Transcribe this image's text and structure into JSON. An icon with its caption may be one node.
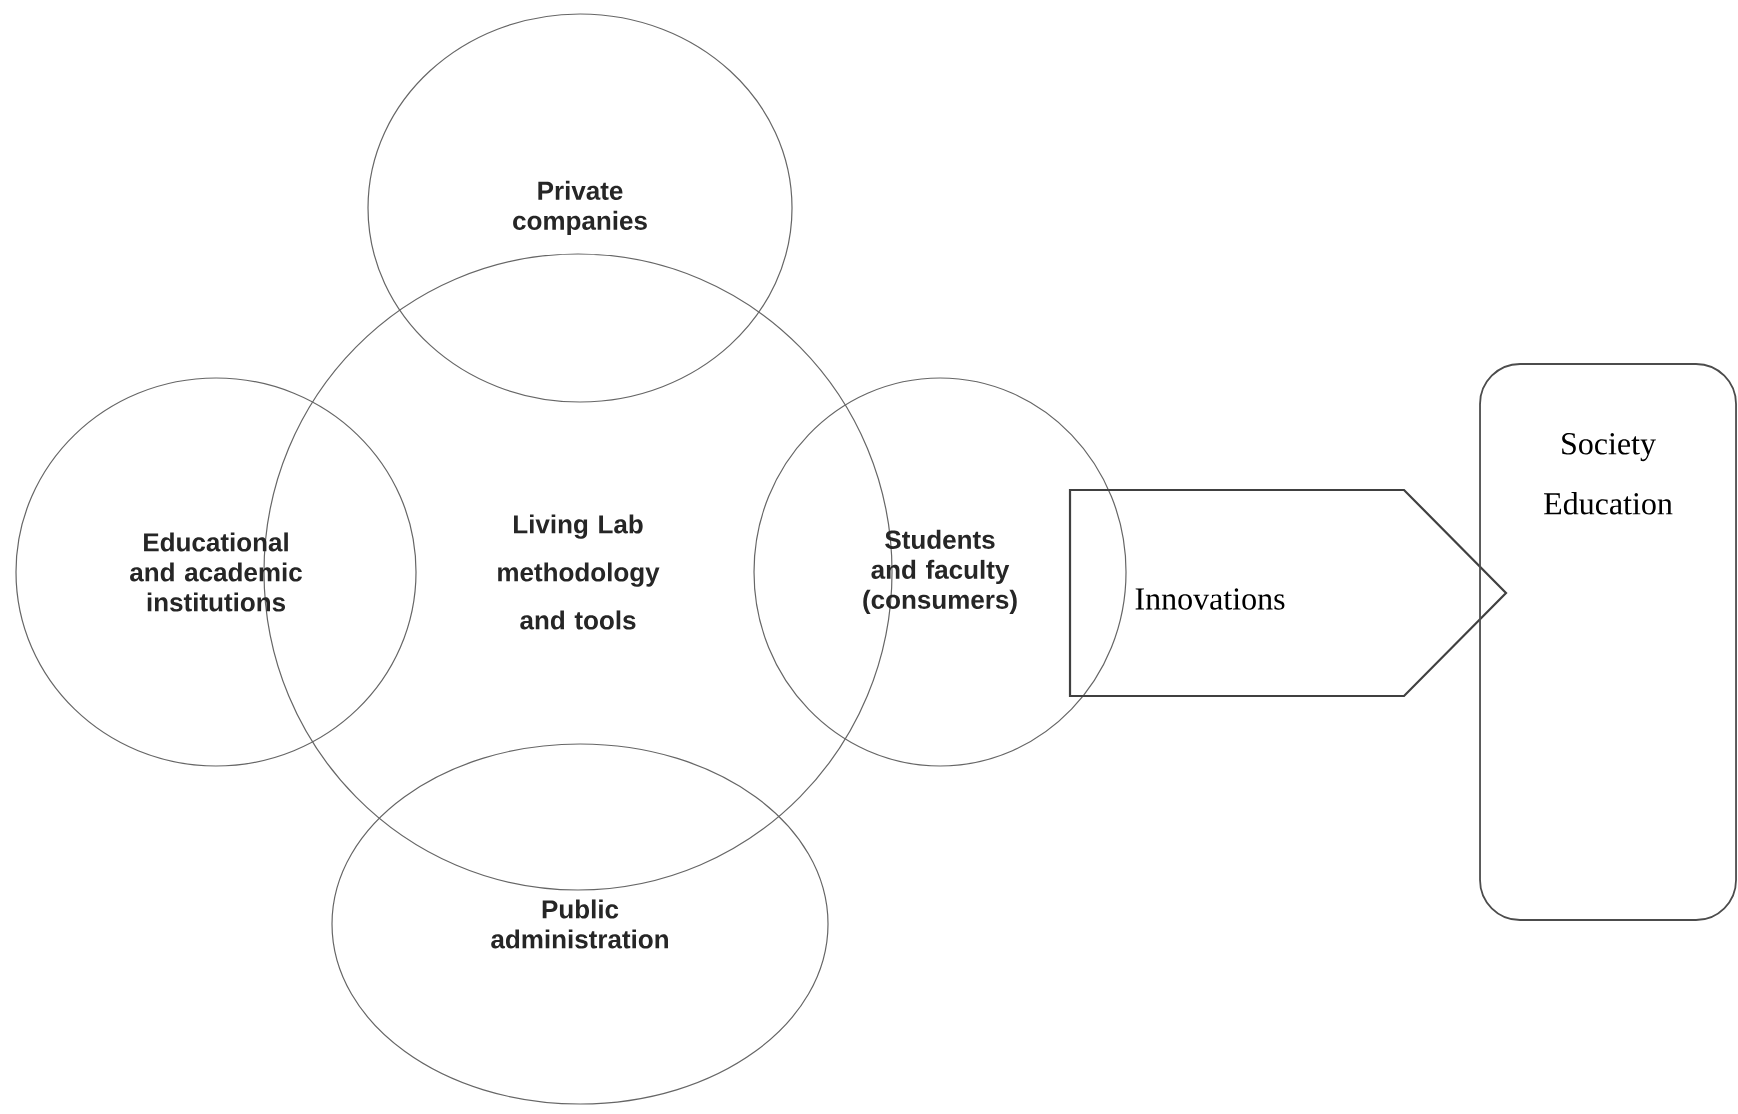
{
  "diagram": {
    "nodes": [
      {
        "text": [
          "Living Lab methodology and tools"
        ]
      },
      {
        "text": [
          "Private companies"
        ]
      },
      {
        "text": [
          "Educational and academic institutions"
        ]
      },
      {
        "text": [
          "Students and faculty (consumers)"
        ]
      },
      {
        "text": [
          "Public administration"
        ]
      },
      {
        "text": [
          "Innovations"
        ]
      },
      {
        "text": [
          "Society Education"
        ]
      }
    ]
  }
}
